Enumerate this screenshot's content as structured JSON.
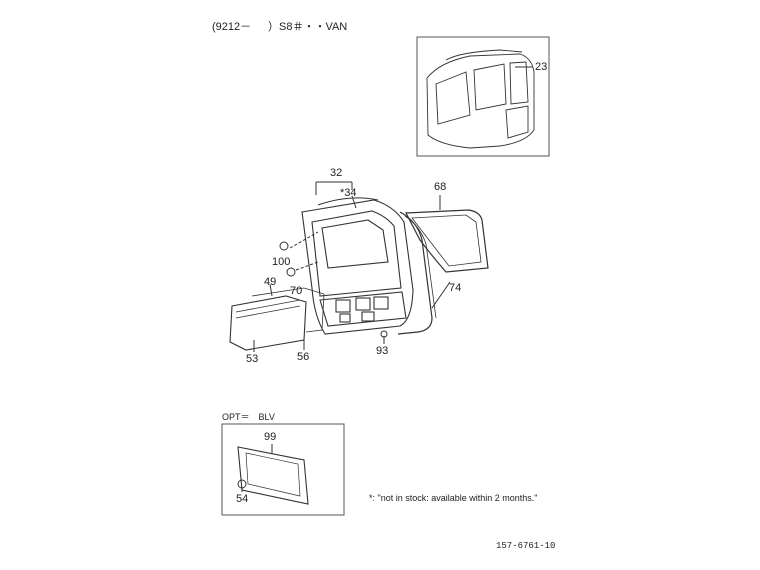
{
  "header": {
    "model": "(9212－",
    "variant": "）S8＃・・VAN"
  },
  "parts": {
    "p23": "23",
    "p32": "32",
    "p34": "*34",
    "p68": "68",
    "p100": "100",
    "p70": "70",
    "p74": "74",
    "p49": "49",
    "p53": "53",
    "p56": "56",
    "p93": "93",
    "p99": "99",
    "p54": "54"
  },
  "option_box": {
    "label": "OPT＝　BLV"
  },
  "footnote": "*: \"not in stock: available within 2 months.\"",
  "code": "157-6761-10",
  "colors": {
    "ink": "#333333",
    "paper": "#ffffff",
    "frame": "#555555"
  }
}
